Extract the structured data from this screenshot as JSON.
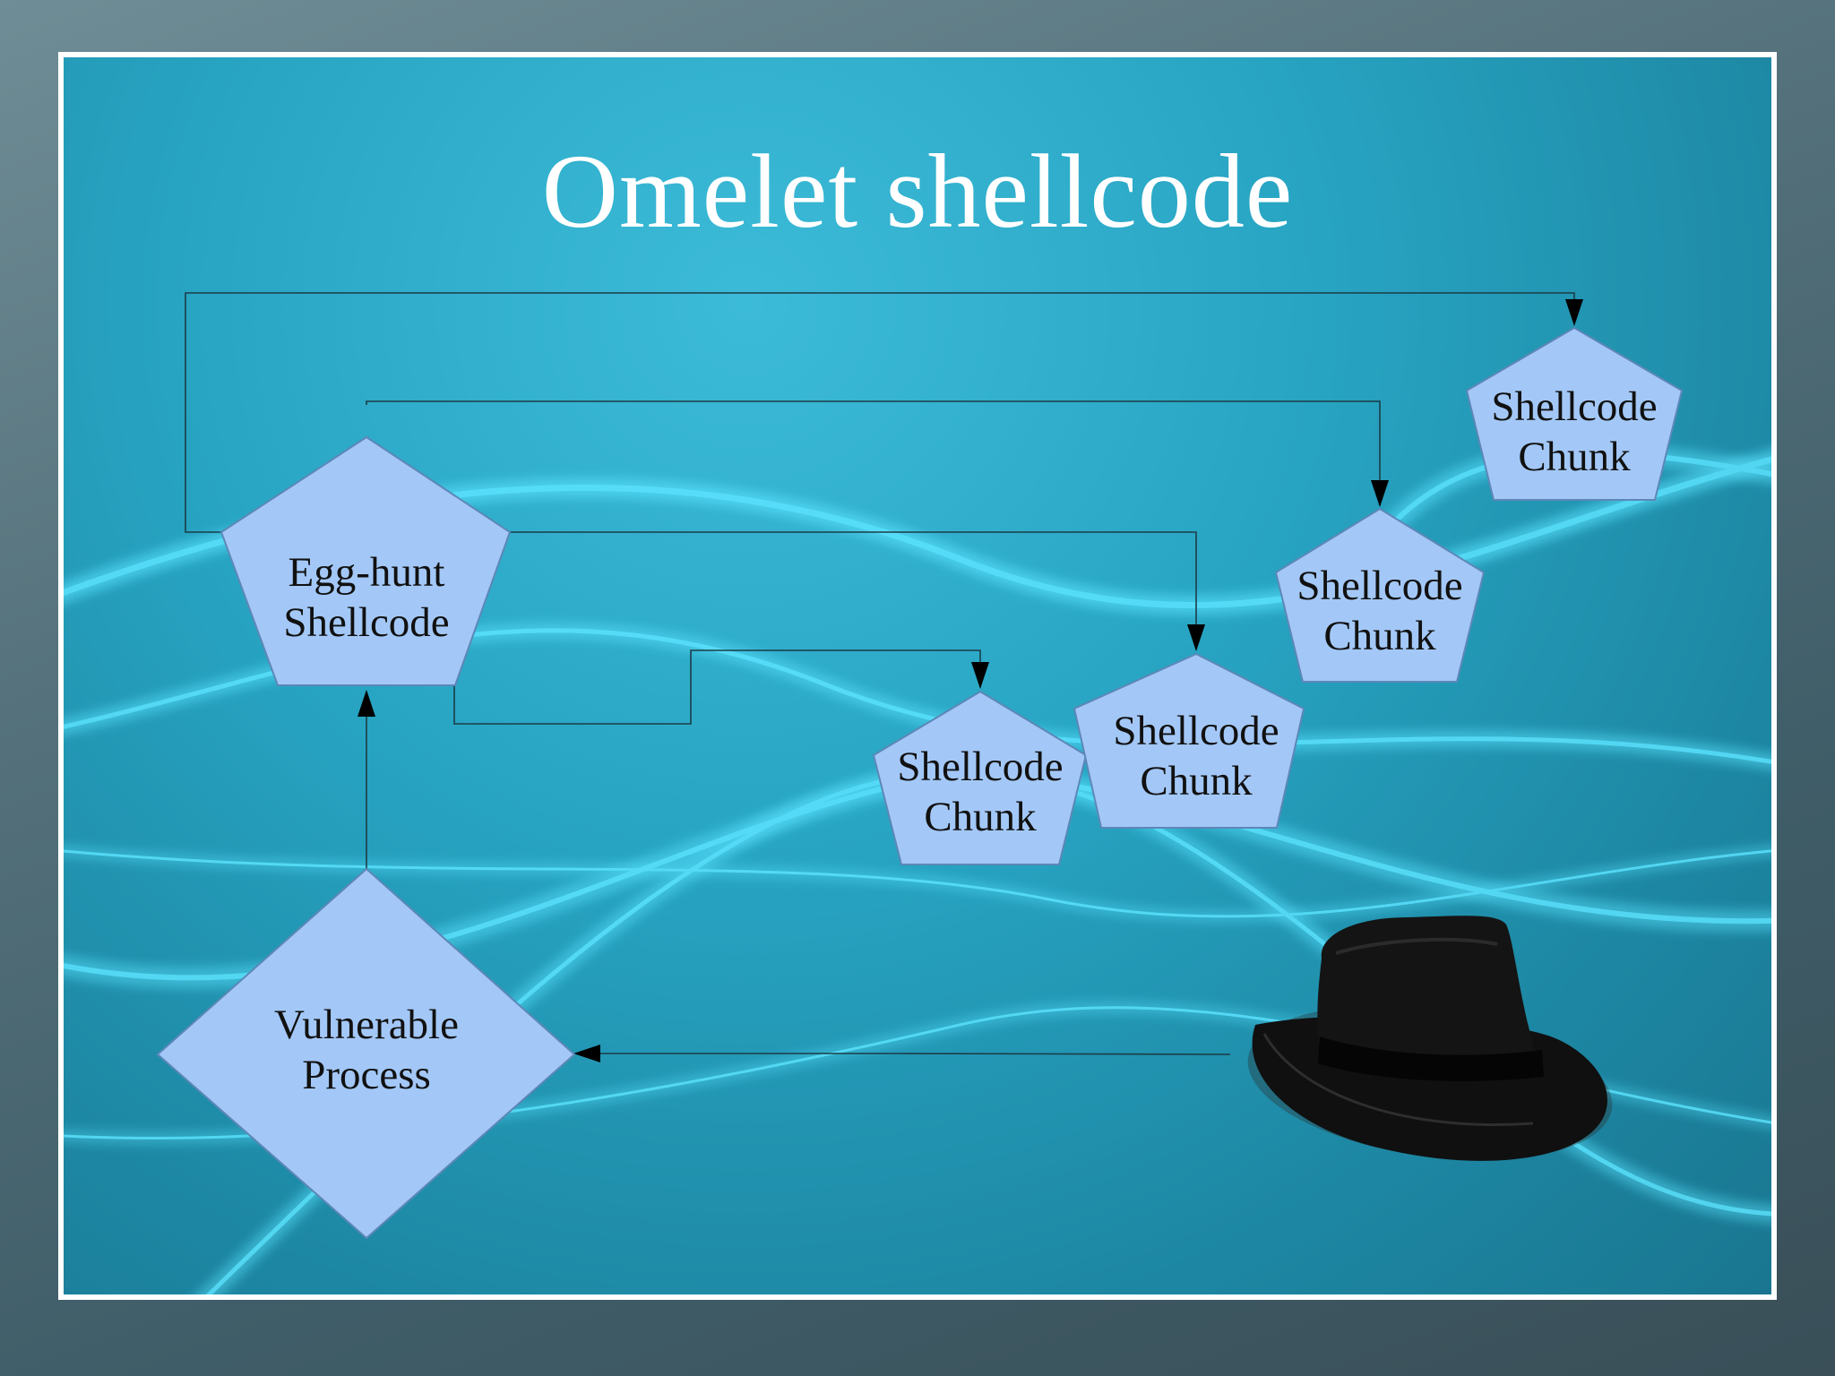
{
  "slide": {
    "title": "Omelet shellcode"
  },
  "colors": {
    "node_fill": "#a3c8f7",
    "node_stroke": "#5d87b8",
    "connector": "#1c3c46",
    "title_text": "#ffffff",
    "slide_border": "#ffffff"
  },
  "nodes": {
    "egg_hunt": {
      "line1": "Egg-hunt",
      "line2": "Shellcode"
    },
    "vulnerable": {
      "line1": "Vulnerable",
      "line2": "Process"
    },
    "chunk_1": {
      "line1": "Shellcode",
      "line2": "Chunk"
    },
    "chunk_2": {
      "line1": "Shellcode",
      "line2": "Chunk"
    },
    "chunk_3": {
      "line1": "Shellcode",
      "line2": "Chunk"
    },
    "chunk_4": {
      "line1": "Shellcode",
      "line2": "Chunk"
    }
  },
  "icons": {
    "attacker": "black-hat-icon"
  }
}
